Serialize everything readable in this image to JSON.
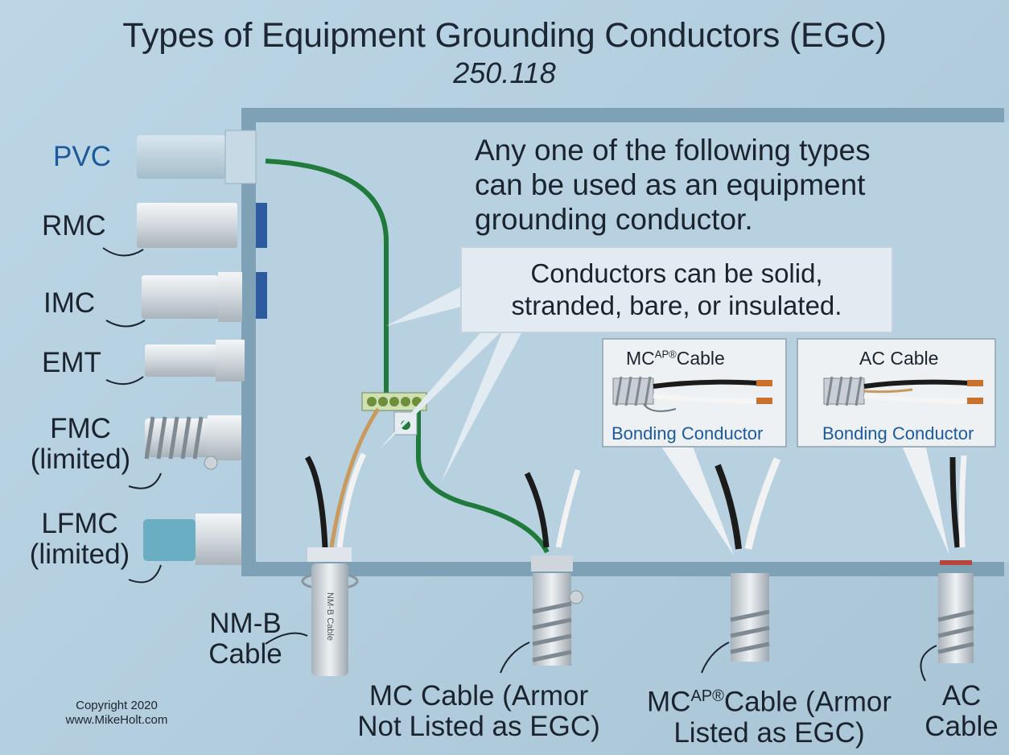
{
  "title": "Types of Equipment Grounding Conductors (EGC)",
  "subtitle": "250.118",
  "raceways": {
    "pvc": "PVC",
    "rmc": "RMC",
    "imc": "IMC",
    "emt": "EMT",
    "fmc": [
      "FMC",
      "(limited)"
    ],
    "lfmc": [
      "LFMC",
      "(limited)"
    ]
  },
  "note": [
    "Any one of the following types",
    "can be used as an equipment",
    "grounding conductor."
  ],
  "callout": [
    "Conductors can be solid,",
    "stranded, bare, or insulated."
  ],
  "inset_mcap": {
    "title_pre": "MC",
    "title_sup": "AP®",
    "title_post": "Cable",
    "bonding": "Bonding Conductor"
  },
  "inset_ac": {
    "title": "AC Cable",
    "bonding": "Bonding Conductor"
  },
  "cables": {
    "nmb": [
      "NM-B",
      "Cable"
    ],
    "nmb_jacket": "NM-B Cable",
    "mc": [
      "MC Cable (Armor",
      "Not Listed as EGC)"
    ],
    "mcap": {
      "pre": "MC",
      "sup": "AP®",
      "post": "Cable (Armor",
      "line2": "Listed as EGC)"
    },
    "ac": [
      "AC",
      "Cable"
    ]
  },
  "copyright": [
    "Copyright 2020",
    "www.MikeHolt.com"
  ],
  "colors": {
    "egc_green": "#1f7a3c",
    "label_blue": "#1d5a9c",
    "box_frame": "#7fa1b6"
  }
}
